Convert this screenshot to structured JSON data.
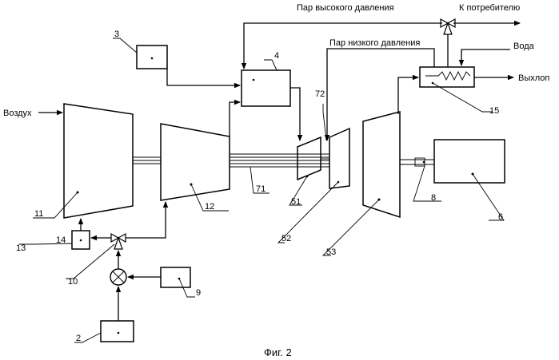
{
  "diagram": {
    "labels": {
      "hp_steam": "Пар высокого давления",
      "to_consumer": "К потребителю",
      "lp_steam": "Пар низкого давления",
      "water": "Вода",
      "exhaust": "Выхлоп",
      "air": "Воздух"
    },
    "numbers": {
      "n2": "2",
      "n3": "3",
      "n4": "4",
      "n6": "6",
      "n8": "8",
      "n9": "9",
      "n10": "10",
      "n11": "11",
      "n12": "12",
      "n13": "13",
      "n14": "14",
      "n15": "15",
      "n51": "51",
      "n52": "52",
      "n53": "53",
      "n71": "71",
      "n72": "72"
    },
    "caption": "Фиг. 2"
  }
}
